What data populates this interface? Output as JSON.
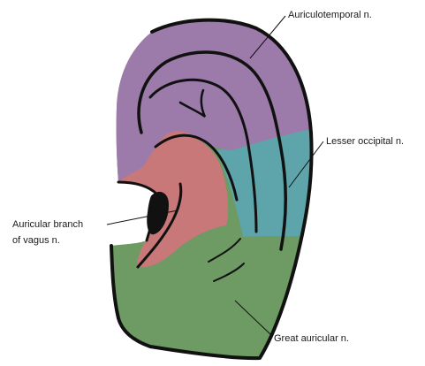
{
  "regions": {
    "auriculotemporal": {
      "color": "#9c7bab"
    },
    "lesser_occipital": {
      "color": "#5ea4ab"
    },
    "vagus": {
      "color": "#c9787a"
    },
    "great_auricular": {
      "color": "#6e9a63"
    },
    "outline_color": "#111111"
  },
  "labels": {
    "auriculotemporal": "Auriculotemporal n.",
    "lesser_occipital": "Lesser occipital n.",
    "vagus_line1": "Auricular branch",
    "vagus_line2": "of vagus n.",
    "great_auricular": "Great auricular n."
  }
}
